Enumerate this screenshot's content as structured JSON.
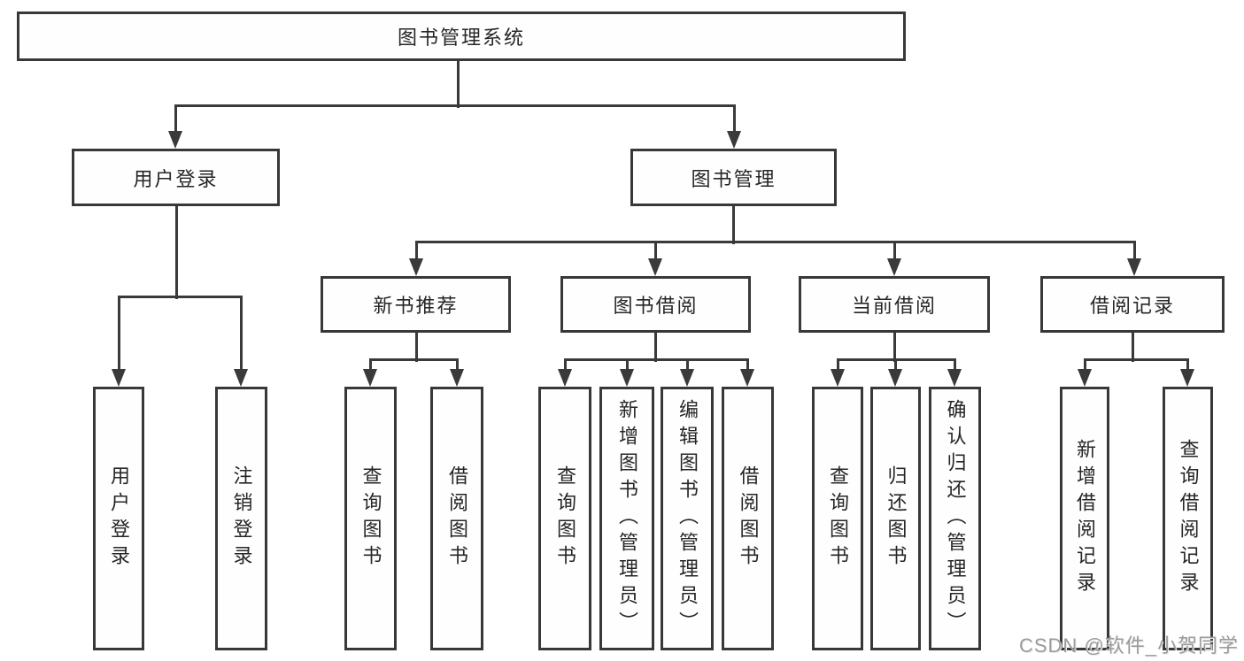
{
  "diagram": {
    "title": "图书管理系统",
    "nodes": {
      "root": "图书管理系统",
      "login": "用户登录",
      "mgmt": "图书管理",
      "l1": "用户登录",
      "l2": "注销登录",
      "rec": "新书推荐",
      "bw": "图书借阅",
      "cur": "当前借阅",
      "rc": "借阅记录",
      "rec1": "查询图书",
      "rec2": "借阅图书",
      "bw1": "查询图书",
      "bw2": "新增图书（管理员）",
      "bw3": "编辑图书（管理员）",
      "bw4": "借阅图书",
      "cur1": "查询图书",
      "cur2": "归还图书",
      "cur3": "确认归还（管理员）",
      "rc1": "新增借阅记录",
      "rc2": "查询借阅记录"
    },
    "tree": {
      "图书管理系统": {
        "用户登录": [
          "用户登录",
          "注销登录"
        ],
        "图书管理": {
          "新书推荐": [
            "查询图书",
            "借阅图书"
          ],
          "图书借阅": [
            "查询图书",
            "新增图书（管理员）",
            "编辑图书（管理员）",
            "借阅图书"
          ],
          "当前借阅": [
            "查询图书",
            "归还图书",
            "确认归还（管理员）"
          ],
          "借阅记录": [
            "新增借阅记录",
            "查询借阅记录"
          ]
        }
      }
    }
  },
  "watermark": {
    "text": "CSDN @软件_小贺同学",
    "color": "#9b9b9b"
  },
  "colors": {
    "background": "#ffffff",
    "box_border": "#383838",
    "line": "#3a3a3a",
    "text": "#262626"
  }
}
